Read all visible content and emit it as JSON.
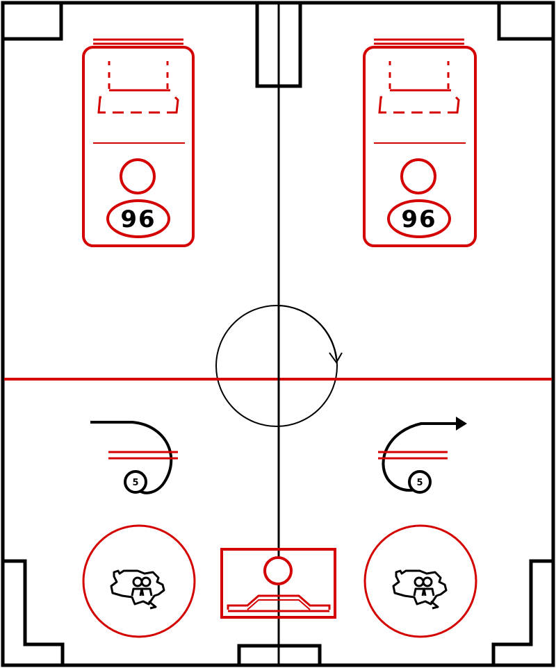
{
  "colors": {
    "accent": "#d40000",
    "line": "#000000",
    "background": "#ffffff"
  },
  "labels": {
    "player_number_left": "96",
    "player_number_right": "96",
    "token_left": "5",
    "token_right": "5"
  },
  "icons": {
    "left_badge": "people-map-icon",
    "right_badge": "people-map-icon",
    "center_rotation": "rotation-arrow-icon"
  }
}
